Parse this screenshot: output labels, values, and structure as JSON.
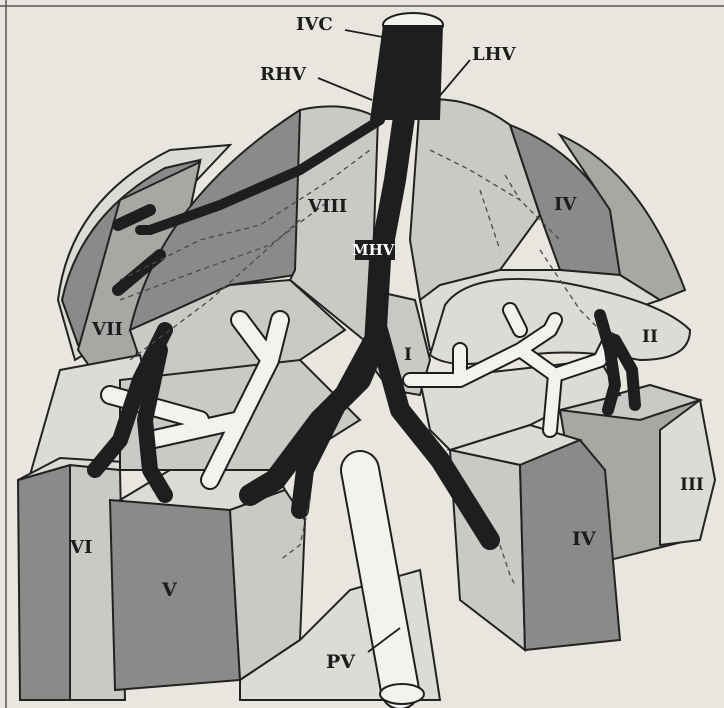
{
  "diagram": {
    "labels": {
      "ivc": "IVC",
      "rhv": "RHV",
      "lhv": "LHV",
      "mhv": "MHV",
      "pv": "PV",
      "seg_i": "I",
      "seg_ii": "II",
      "seg_iii": "III",
      "seg_iv_upper": "IV",
      "seg_iv_lower": "IV",
      "seg_v": "V",
      "seg_vi": "VI",
      "seg_vii": "VII",
      "seg_viii": "VIII"
    },
    "colors": {
      "background": "#e9e6df",
      "hepatic_vein": "#1e1e1e",
      "portal_vein": "#f2f2ee",
      "segment_dark": "#8a8a88",
      "segment_mid": "#a7a7a4",
      "segment_light": "#c9c9c5",
      "segment_pale": "#dcdcd7"
    }
  }
}
